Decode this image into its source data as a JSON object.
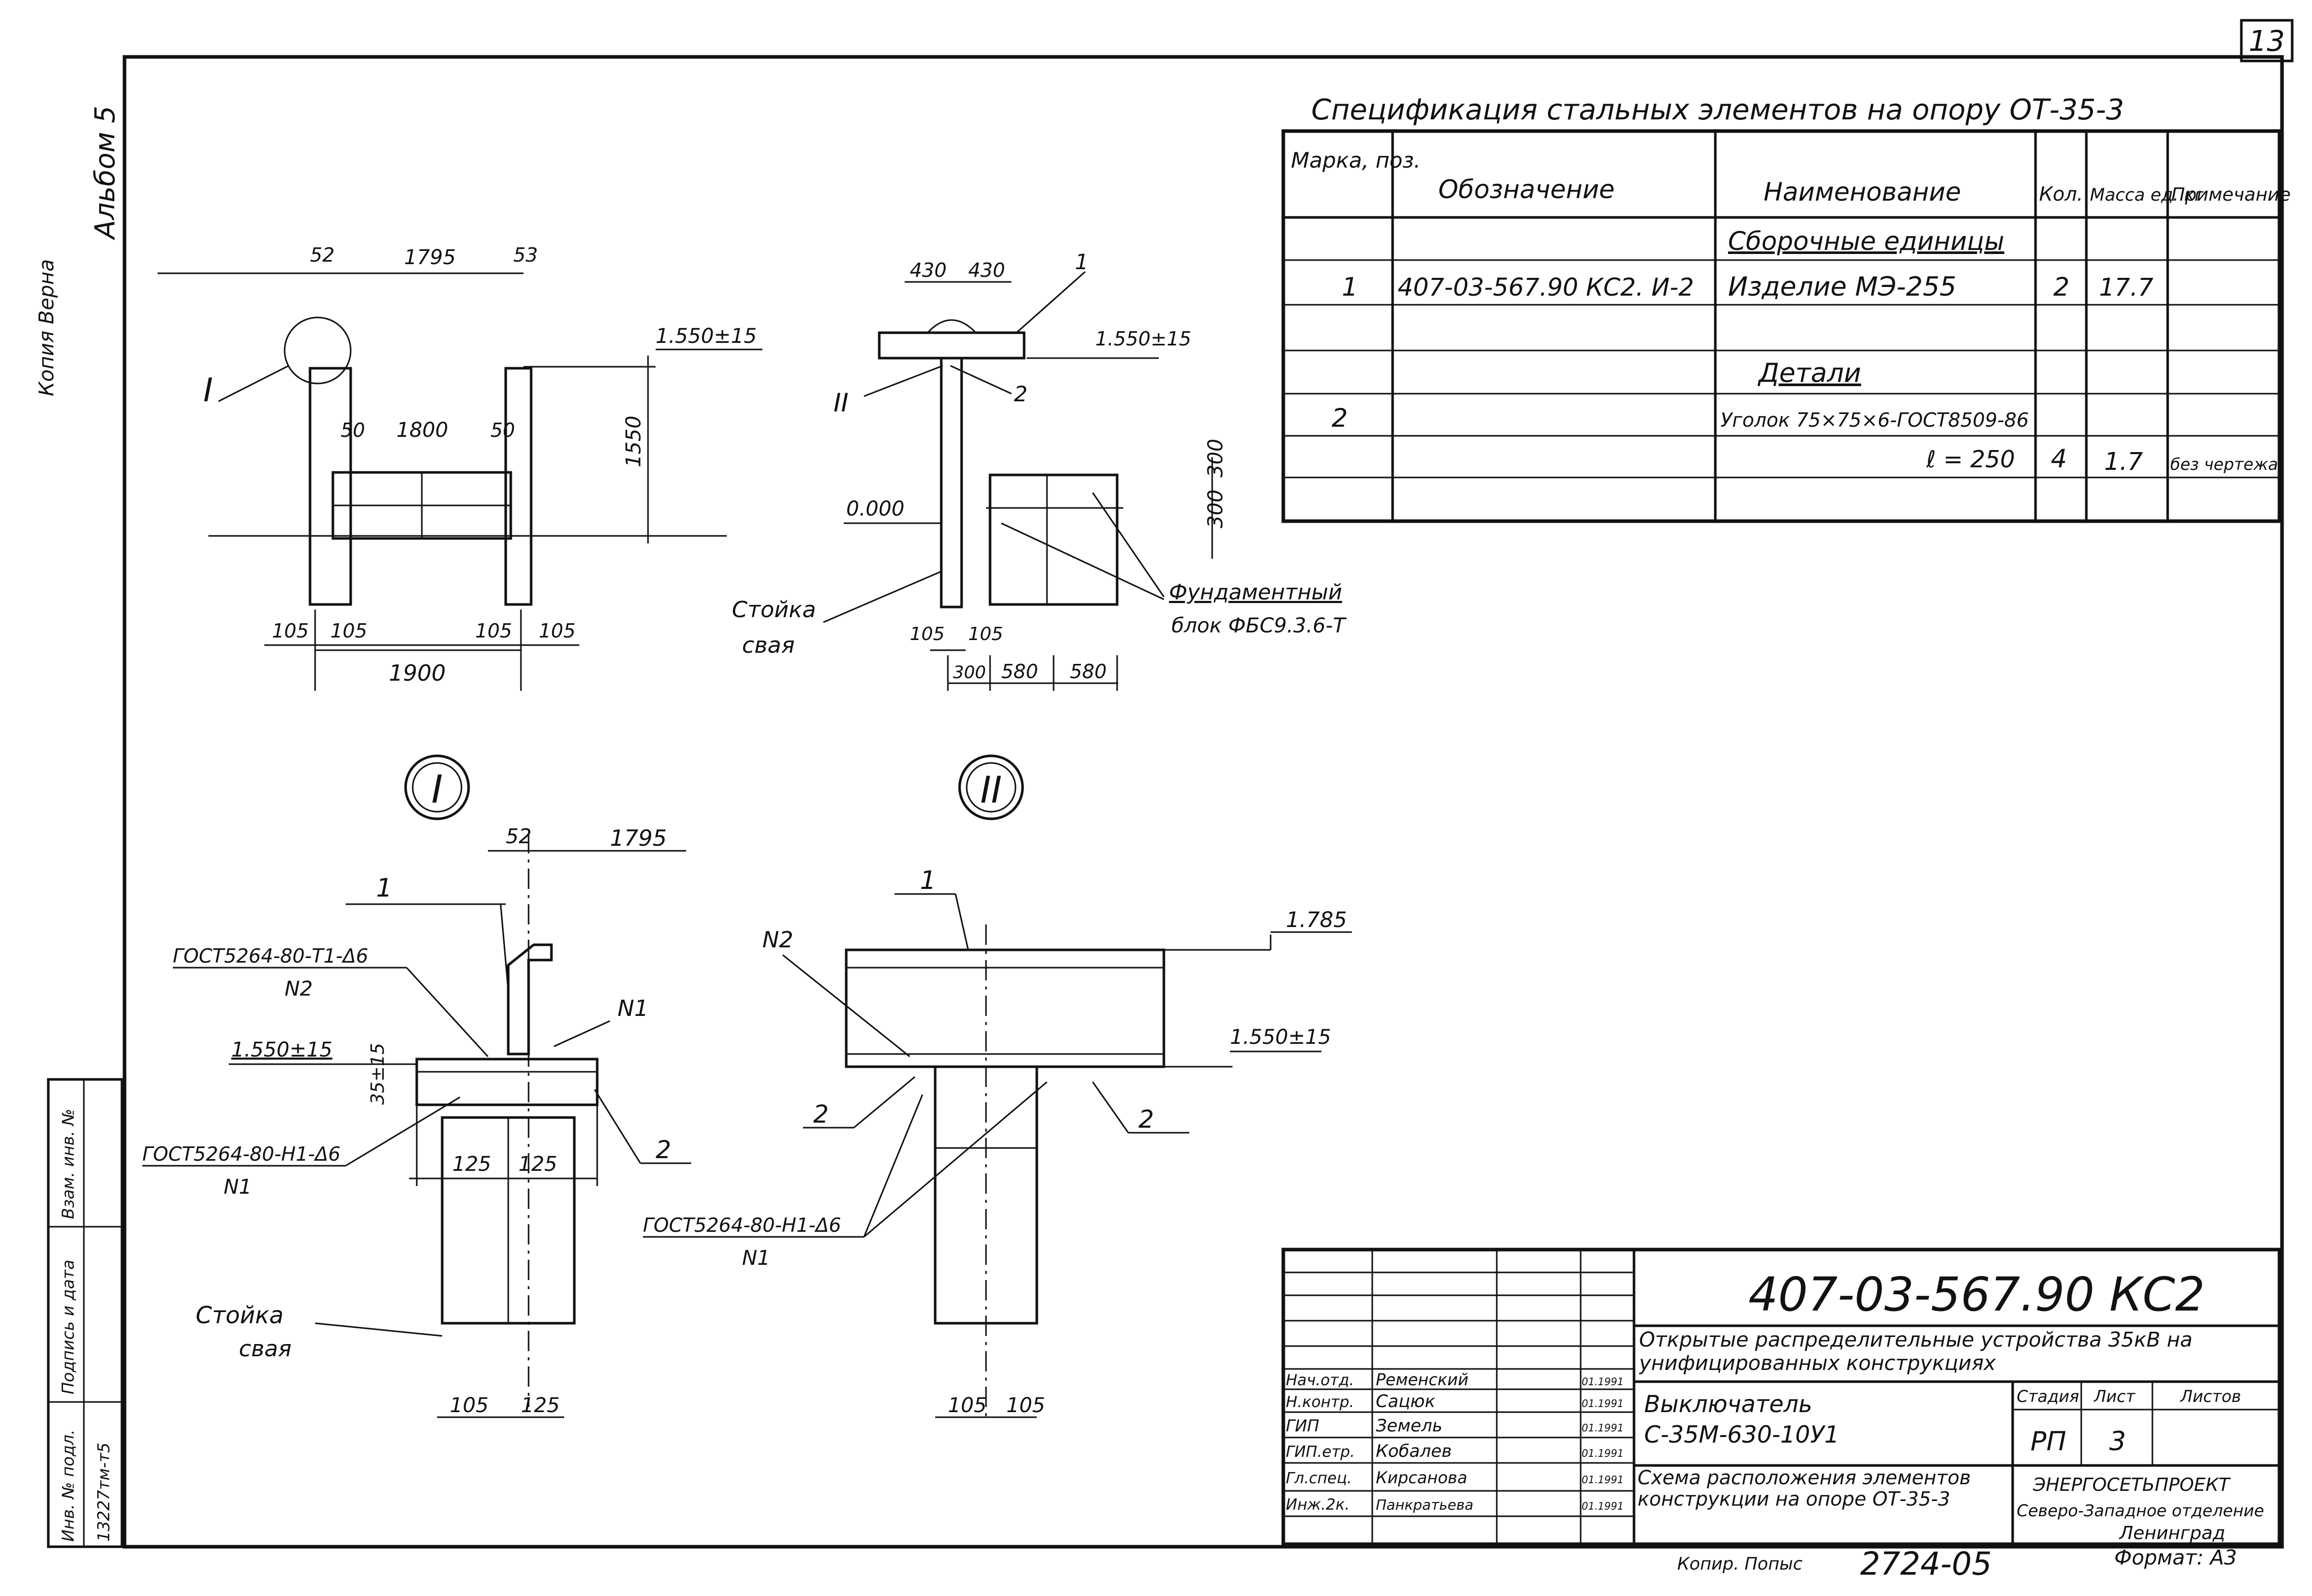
{
  "sheet": {
    "number": "13",
    "copy_note": "Копия Верна",
    "album": "Альбом 5"
  },
  "left_stamp": {
    "inv_podl": "Инв. № подл.",
    "inv_value": "13227тм-т5",
    "podpis_data": "Подпись и дата",
    "vzam_inv": "Взам. инв. №"
  },
  "spec": {
    "title": "Спецификация стальных элементов на опору ОТ-35-3",
    "headers": [
      "Марка, поз.",
      "Обозначение",
      "Наименование",
      "Кол.",
      "Масса ед. кг",
      "Примечание"
    ],
    "rows": [
      [
        "",
        "",
        "Сборочные единицы",
        "",
        "",
        ""
      ],
      [
        "1",
        "407-03-567.90 КС2. И-2",
        "Изделие МЭ-255",
        "2",
        "17.7",
        ""
      ],
      [
        "",
        "",
        "",
        "",
        "",
        ""
      ],
      [
        "",
        "",
        "Детали",
        "",
        "",
        ""
      ],
      [
        "2",
        "",
        "Уголок 75×75×6-ГОСТ8509-86",
        "",
        "",
        ""
      ],
      [
        "",
        "",
        "ℓ = 250",
        "4",
        "1.7",
        "без чертежа"
      ],
      [
        "",
        "",
        "",
        "",
        "",
        ""
      ]
    ]
  },
  "view_front": {
    "dims": [
      "52",
      "1795",
      "53",
      "50",
      "1800",
      "50",
      "1550",
      "105",
      "105",
      "105",
      "105",
      "1900"
    ],
    "level": "1.550±15",
    "callout": "I"
  },
  "view_side": {
    "dims": [
      "430",
      "430",
      "105",
      "105",
      "300",
      "580",
      "580",
      "300",
      "300"
    ],
    "level_top": "1.550±15",
    "level_zero": "0.000",
    "marks": [
      "1",
      "2",
      "II"
    ],
    "stoyka": "Стойка",
    "svaya": "свая",
    "fund1": "Фундаментный",
    "fund2": "блок ФБС9.3.6-Т"
  },
  "detail_1": {
    "circle": "I",
    "dims": [
      "52",
      "1795",
      "125",
      "125",
      "105",
      "125"
    ],
    "gost1": "ГОСТ5264-80-Т1-Δ6",
    "n2": "N2",
    "n1": "N1",
    "level": "1.550±15",
    "vert": "35±15",
    "gost2": "ГОСТ5264-80-Н1-Δ6",
    "n1b": "N1",
    "mark1": "1",
    "mark2": "2",
    "stoyka": "Стойка",
    "svaya": "свая"
  },
  "detail_2": {
    "circle": "II",
    "mark1": "1",
    "n2": "N2",
    "level_top": "1.785",
    "level": "1.550±15",
    "mark2a": "2",
    "mark2b": "2",
    "gost": "ГОСТ5264-80-Н1-Δ6",
    "n1": "N1",
    "dims": [
      "105",
      "105"
    ]
  },
  "title_block": {
    "code": "407-03-567.90 КС2",
    "project": "Открытые распределительные устройства 35кВ на унифицированных конструкциях",
    "subject1": "Выключатель",
    "subject2": "С-35М-630-10У1",
    "stage_h": "Стадия",
    "list_h": "Лист",
    "lists_h": "Листов",
    "stage": "РП",
    "list": "3",
    "lists": "",
    "drawing": "Схема расположения элементов конструкции на опоре ОТ-35-3",
    "org1": "ЭНЕРГОСЕТЬПРОЕКТ",
    "org2": "Северо-Западное отделение",
    "org3": "Ленинград",
    "people": [
      [
        "Нач.отд.",
        "Ременский",
        "",
        "01.1991"
      ],
      [
        "Н.контр.",
        "Сацюк",
        "",
        "01.1991"
      ],
      [
        "ГИП",
        "Земель",
        "",
        "01.1991"
      ],
      [
        "ГИП.етр.",
        "Кобалев",
        "",
        "01.1991"
      ],
      [
        "Гл.спец.",
        "Кирсанова",
        "",
        "01.1991"
      ],
      [
        "Инж.2к.",
        "Панкратьева",
        "",
        "01.1991"
      ]
    ]
  },
  "footer": {
    "kopiroval": "Копир. Попыс",
    "copy_num": "2724-05",
    "format": "Формат: А3"
  }
}
